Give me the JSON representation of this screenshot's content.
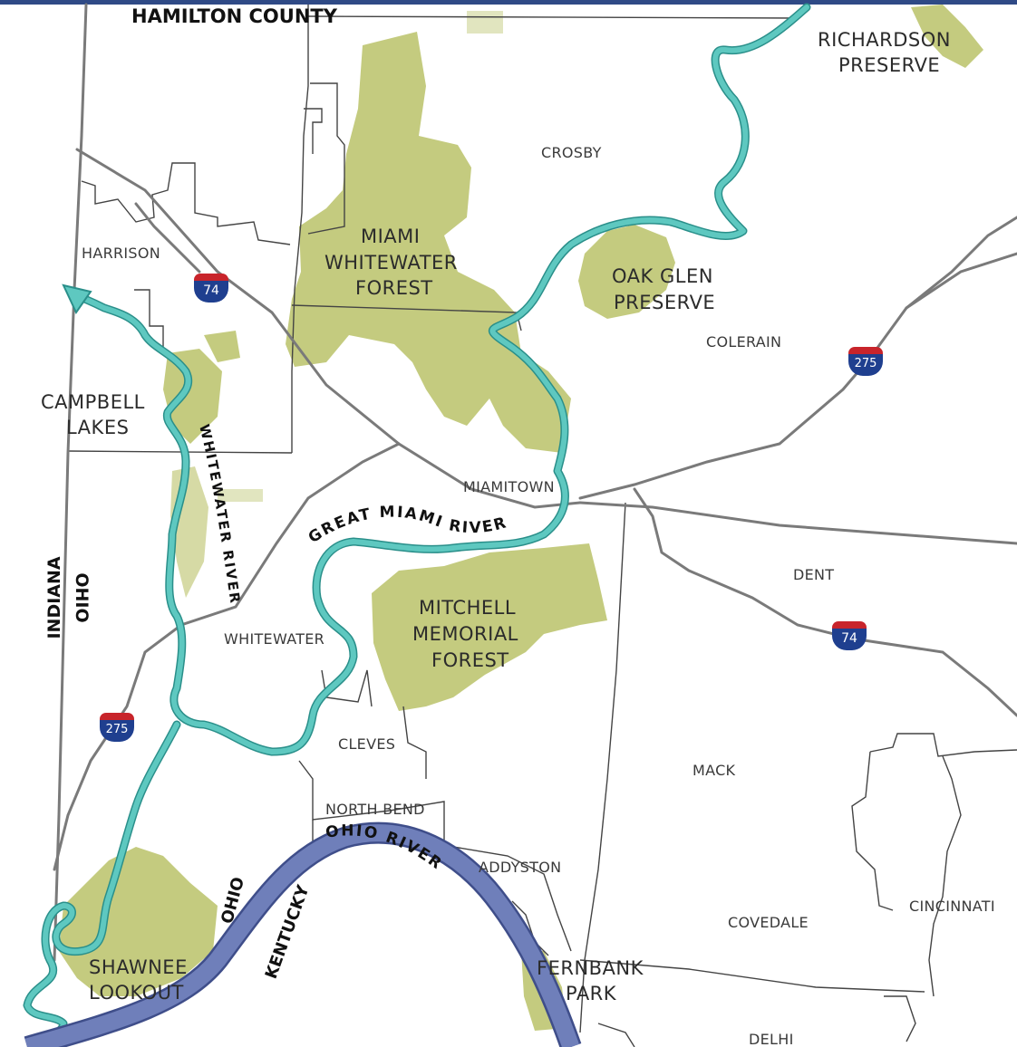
{
  "colors": {
    "park": "#c4cb7f",
    "river_small": "#5ec8c0",
    "ohio_river": "#6f7fba",
    "roads": "#7a7a7a",
    "boundaries": "#444444"
  },
  "labels": {
    "hamilton_county": "HAMILTON COUNTY",
    "richardson_1": "RICHARDSON",
    "richardson_2": "PRESERVE",
    "crosby": "CROSBY",
    "harrison": "HARRISON",
    "miami_ww_1": "MIAMI",
    "miami_ww_2": "WHITEWATER",
    "miami_ww_3": "FOREST",
    "oak_glen_1": "OAK GLEN",
    "oak_glen_2": "PRESERVE",
    "colerain": "COLERAIN",
    "campbell_1": "CAMPBELL",
    "campbell_2": "LAKES",
    "miamitown": "MIAMITOWN",
    "dent": "DENT",
    "mitchell_1": "MITCHELL",
    "mitchell_2": "MEMORIAL",
    "mitchell_3": "FOREST",
    "whitewater": "WHITEWATER",
    "cleves": "CLEVES",
    "mack": "MACK",
    "north_bend": "NORTH BEND",
    "addyston": "ADDYSTON",
    "cincinnati": "CINCINNATI",
    "covedale": "COVEDALE",
    "shawnee_1": "SHAWNEE",
    "shawnee_2": "LOOKOUT",
    "fernbank_1": "FERNBANK",
    "fernbank_2": "PARK",
    "delhi": "DELHI",
    "indiana": "INDIANA",
    "ohio_state": "OHIO",
    "ohio_small": "OHIO",
    "kentucky": "KENTUCKY"
  },
  "rivers": {
    "great_miami": "GREAT MIAMI RIVER",
    "whitewater": "WHITEWATER RIVER",
    "ohio": "OHIO RIVER"
  },
  "shields": {
    "i74_a": "74",
    "i74_b": "74",
    "i275_a": "275",
    "i275_b": "275"
  }
}
